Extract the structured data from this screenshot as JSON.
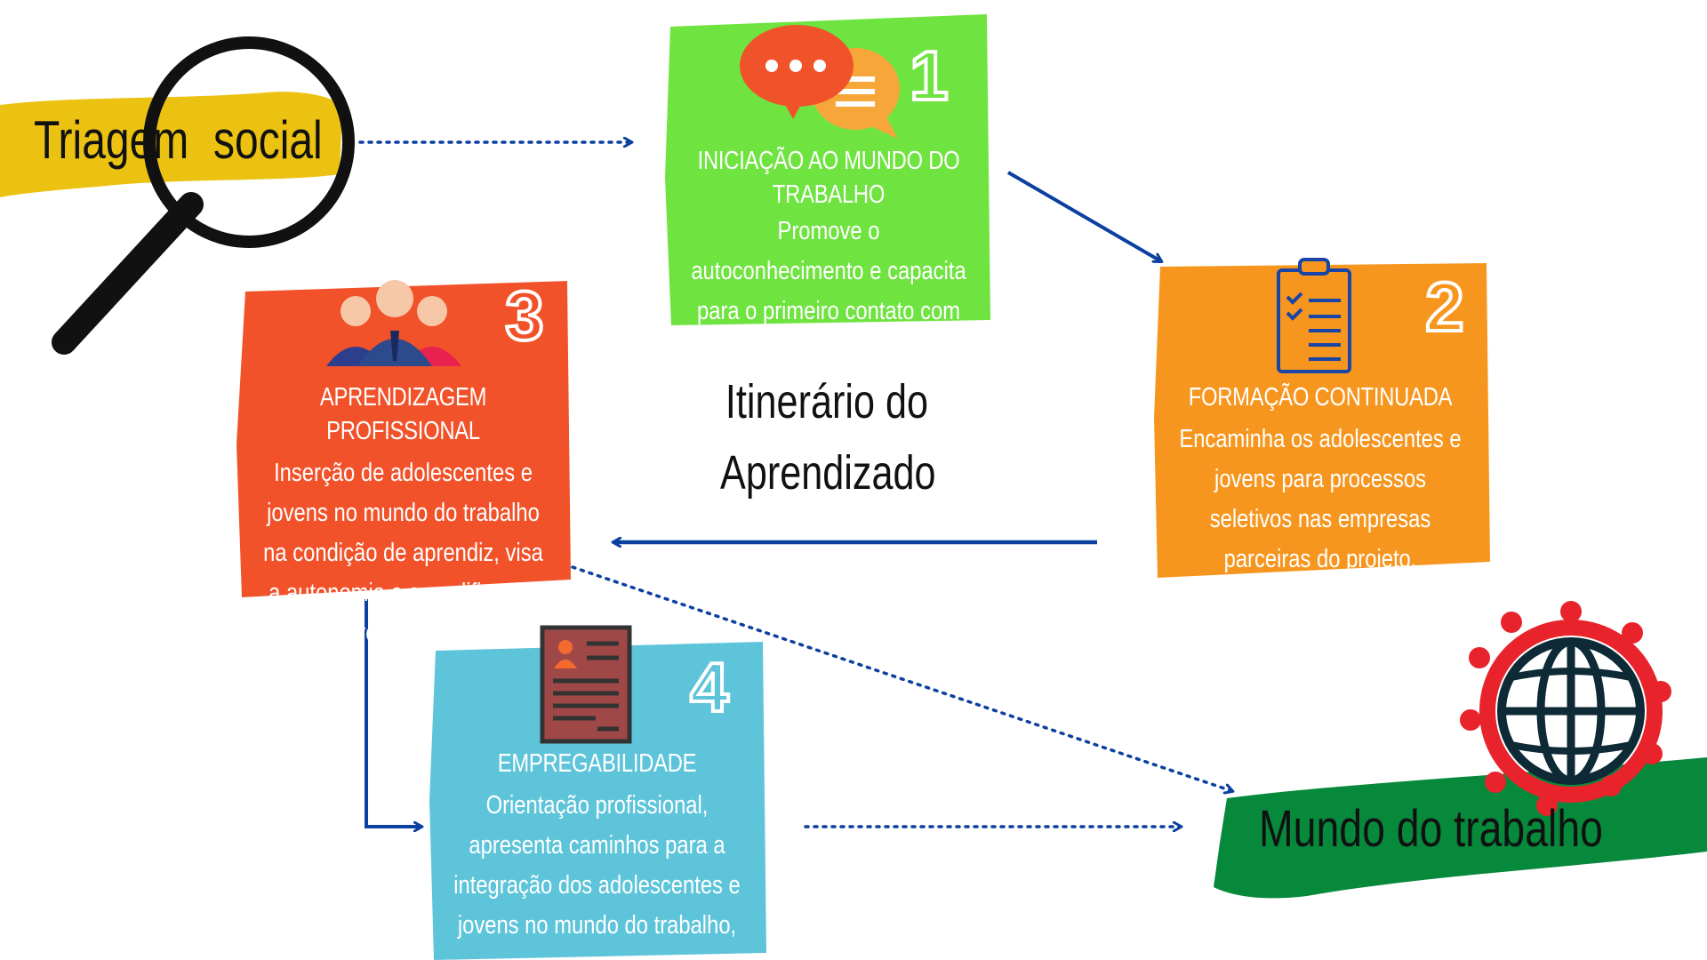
{
  "start": {
    "label_part1": "Triagem",
    "label_part2": "social"
  },
  "center_title": {
    "line1": "Itinerário do",
    "line2": "Aprendizado"
  },
  "steps": [
    {
      "number": "1",
      "title": "INICIAÇÃO AO MUNDO DO TRABALHO",
      "body": "Promove o autoconhecimento e capacita para o primeiro contato com o Mundo do Trabalho.",
      "color": "#6FE340"
    },
    {
      "number": "2",
      "title": "FORMAÇÃO CONTINUADA",
      "body": "Encaminha os adolescentes e jovens para processos seletivos nas empresas parceiras do projeto.",
      "color": "#F7961E"
    },
    {
      "number": "3",
      "title": "APRENDIZAGEM PROFISSIONAL",
      "body": "Inserção de adolescentes e jovens no mundo do trabalho na condição de aprendiz, visa a autonomia e a qualificação profissional.",
      "color": "#F1522A"
    },
    {
      "number": "4",
      "title": "EMPREGABILIDADE",
      "body": "Orientação profissional,  apresenta caminhos para a integração dos adolescentes e jovens no mundo do trabalho,",
      "color": "#5EC4DA"
    }
  ],
  "end": {
    "label": "Mundo do trabalho"
  },
  "colors": {
    "arrow": "#0B3FA0",
    "yellow_band": "#ECC212",
    "green_band": "#07893C",
    "globe_red": "#E8232B",
    "globe_dark": "#0E2A36"
  }
}
